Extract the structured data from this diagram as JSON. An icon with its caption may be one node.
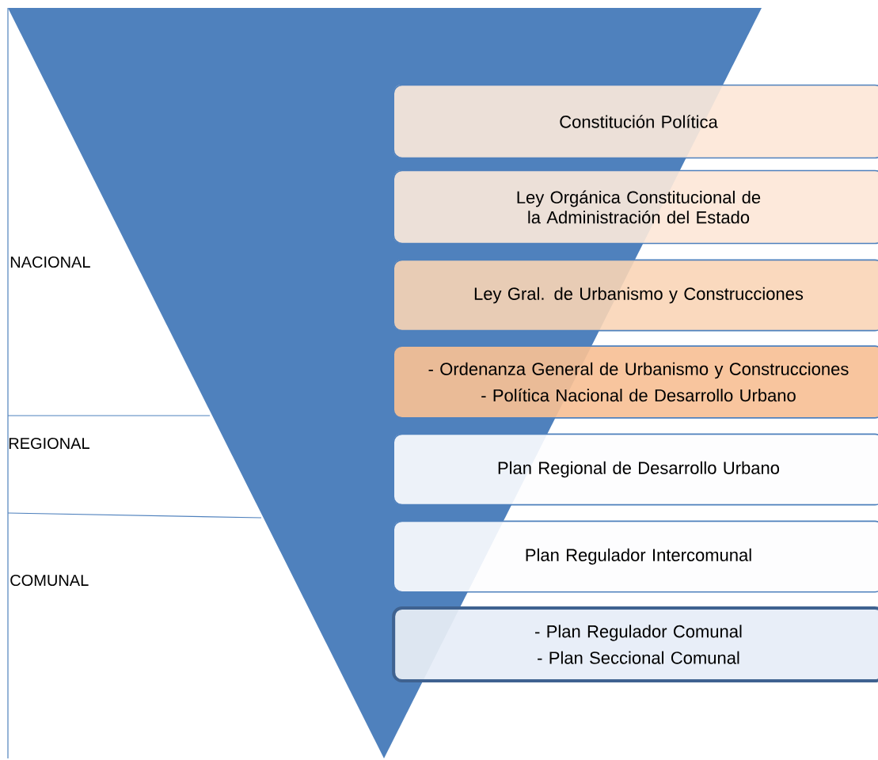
{
  "diagram": {
    "nodes": [
      {
        "text": [
          "Constitución Política"
        ]
      },
      {
        "text": [
          "Ley Orgánica  Constitucional  de la Administración del Estado"
        ]
      },
      {
        "text": [
          "Ley Gral. de Urbanismo y Construcciones"
        ]
      },
      {
        "text": [
          "- Ordenanza General de Urbanismo y Construcciones",
          "- Política Nacional de Desarrollo Urbano"
        ]
      },
      {
        "text": [
          "Plan Regional de Desarrollo Urbano"
        ]
      },
      {
        "text": [
          "Plan Regulador Intercomunal"
        ]
      },
      {
        "text": [
          "- Plan Regulador Comunal",
          "- Plan Seccional Comunal"
        ]
      }
    ],
    "edges": [],
    "labels": [
      "NACIONAL",
      "REGIONAL",
      "COMUNAL"
    ]
  }
}
